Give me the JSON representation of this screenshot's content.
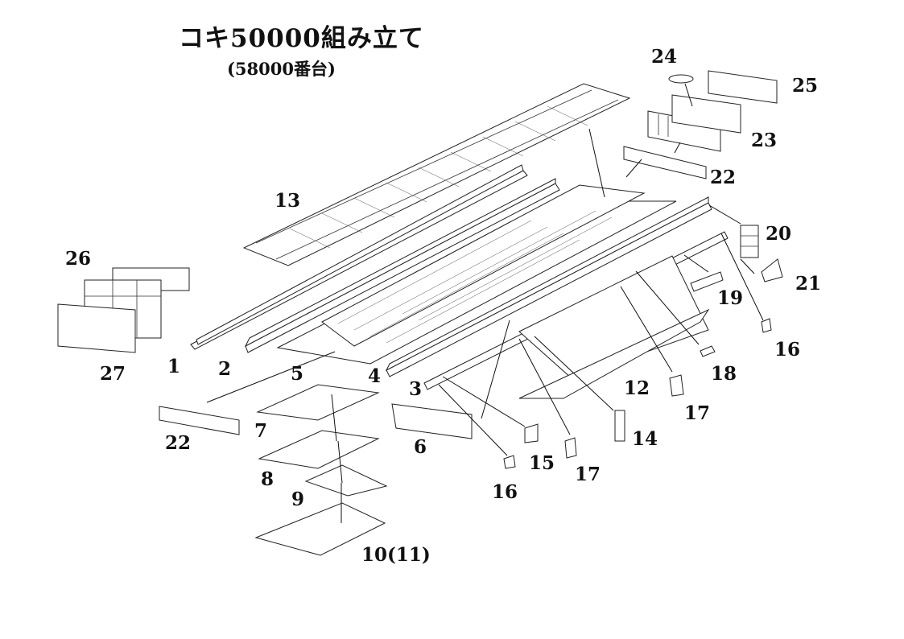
{
  "title": "コキ50000組み立て",
  "subtitle": "(58000番台)",
  "part_numbers": {
    "p1": "1",
    "p2": "2",
    "p3": "3",
    "p4": "4",
    "p5": "5",
    "p6": "6",
    "p7": "7",
    "p8": "8",
    "p9": "9",
    "p10": "10(11)",
    "p12": "12",
    "p13": "13",
    "p14": "14",
    "p15": "15",
    "p16a": "16",
    "p16b": "16",
    "p17a": "17",
    "p17b": "17",
    "p18": "18",
    "p19": "19",
    "p20": "20",
    "p21": "21",
    "p22a": "22",
    "p22b": "22",
    "p23": "23",
    "p24": "24",
    "p25": "25",
    "p26": "26",
    "p27": "27"
  }
}
